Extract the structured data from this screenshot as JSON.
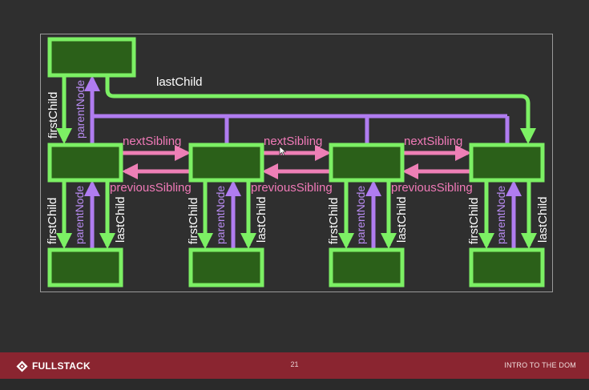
{
  "diagram": {
    "labels": {
      "first_child": "firstChild",
      "last_child": "lastChild",
      "parent_node": "parentNode",
      "next_sibling": "nextSibling",
      "previous_sibling": "previousSibling"
    },
    "colors": {
      "node_fill": "#2b6019",
      "node_border": "#7cf064",
      "child_arrow": "#7cf064",
      "parent_arrow": "#b07cf0",
      "sibling_arrow": "#ee7fb6",
      "frame_border": "#9a9a9a"
    }
  },
  "footer": {
    "logo_text": "FULLSTACK",
    "logo_icon": "diamond-logo-icon",
    "page_number": "21",
    "title": "INTRO TO THE DOM",
    "background": "#8a2530"
  }
}
